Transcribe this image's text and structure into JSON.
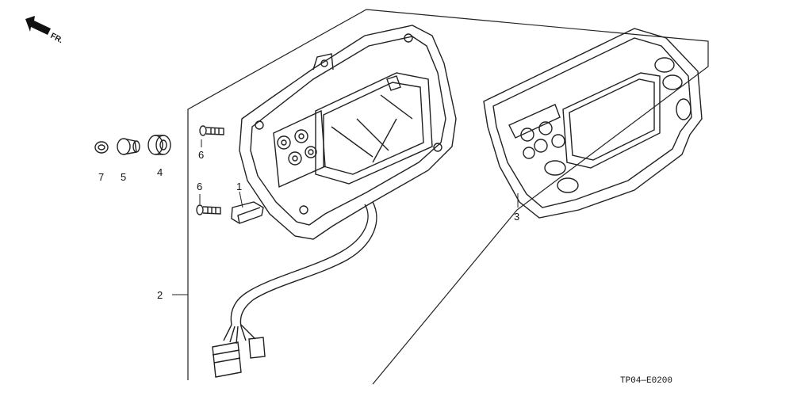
{
  "diagram": {
    "orientation_label": "FR.",
    "drawing_code": "TP04—E0200",
    "callouts": {
      "c1": "1",
      "c2": "2",
      "c3": "3",
      "c4": "4",
      "c5": "5",
      "c6a": "6",
      "c6b": "6",
      "c7": "7"
    }
  }
}
